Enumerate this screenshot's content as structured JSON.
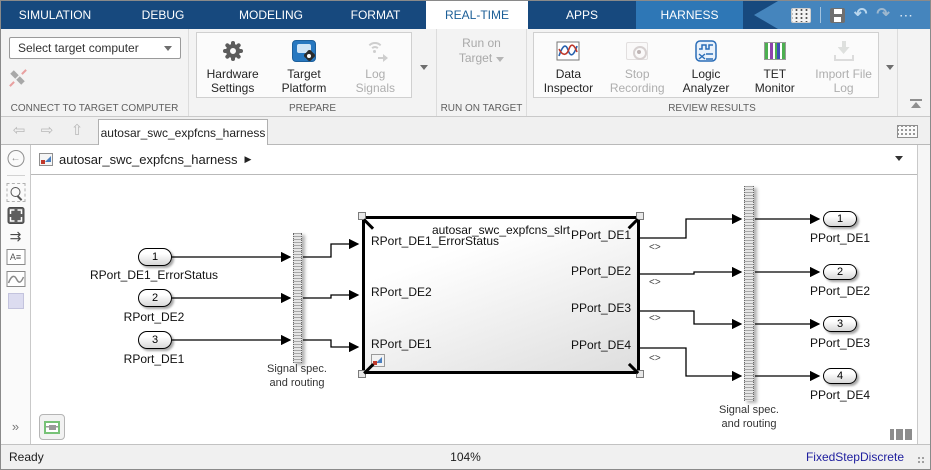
{
  "tab_strip": {
    "tabs": [
      {
        "label": "SIMULATION",
        "state": "normal"
      },
      {
        "label": "DEBUG",
        "state": "normal"
      },
      {
        "label": "MODELING",
        "state": "normal"
      },
      {
        "label": "FORMAT",
        "state": "normal"
      },
      {
        "label": "REAL-TIME",
        "state": "active"
      },
      {
        "label": "APPS",
        "state": "normal"
      },
      {
        "label": "HARNESS",
        "state": "highlighted"
      }
    ]
  },
  "quick_access": {
    "undo_glyph": "↶",
    "redo_glyph": "↷",
    "more_glyph": "⋯"
  },
  "ribbon": {
    "sections": [
      {
        "label": "CONNECT TO TARGET COMPUTER"
      },
      {
        "label": "PREPARE"
      },
      {
        "label": "RUN ON TARGET"
      },
      {
        "label": "REVIEW RESULTS"
      }
    ],
    "target_dropdown": {
      "value": "Select target computer"
    },
    "prepare_buttons": [
      {
        "label": "Hardware\nSettings",
        "enabled": true
      },
      {
        "label": "Target\nPlatform",
        "enabled": true
      },
      {
        "label": "Log\nSignals",
        "enabled": false
      }
    ],
    "run_button": {
      "label": "Run on\nTarget",
      "enabled": false
    },
    "review_buttons": [
      {
        "label": "Data\nInspector",
        "enabled": true
      },
      {
        "label": "Stop\nRecording",
        "enabled": false
      },
      {
        "label": "Logic\nAnalyzer",
        "enabled": true
      },
      {
        "label": "TET\nMonitor",
        "enabled": true
      },
      {
        "label": "Import File\nLog",
        "enabled": false
      }
    ]
  },
  "document_bar": {
    "tab_label": "autosar_swc_expfcns_harness",
    "back_glyph": "⇦",
    "forward_glyph": "⇨",
    "up_glyph": "⇧"
  },
  "breadcrumb": {
    "path": "autosar_swc_expfcns_harness",
    "caret_glyph": "▶"
  },
  "sidebar": {
    "back_glyph": "←",
    "update_glyph": "⇉",
    "annotation_glyph": "A≡",
    "more_glyph": "»"
  },
  "diagram": {
    "inports": [
      {
        "num": "1",
        "label": "RPort_DE1_ErrorStatus"
      },
      {
        "num": "2",
        "label": "RPort_DE2"
      },
      {
        "num": "3",
        "label": "RPort_DE1"
      }
    ],
    "outports": [
      {
        "num": "1",
        "label": "PPort_DE1"
      },
      {
        "num": "2",
        "label": "PPort_DE2"
      },
      {
        "num": "3",
        "label": "PPort_DE3"
      },
      {
        "num": "4",
        "label": "PPort_DE4"
      }
    ],
    "block": {
      "title": "autosar_swc_expfcns_slrt",
      "left_ports": [
        "RPort_DE1_ErrorStatus",
        "RPort_DE2",
        "RPort_DE1"
      ],
      "right_ports": [
        "PPort_DE1",
        "PPort_DE2",
        "PPort_DE3",
        "PPort_DE4"
      ]
    },
    "routing_left": {
      "line1": "Signal spec.",
      "line2": "and routing"
    },
    "routing_right": {
      "line1": "Signal spec.",
      "line2": "and routing"
    },
    "wire_tag": "<>"
  },
  "status_bar": {
    "left": "Ready",
    "zoom": "104%",
    "solver": "FixedStepDiscrete"
  }
}
